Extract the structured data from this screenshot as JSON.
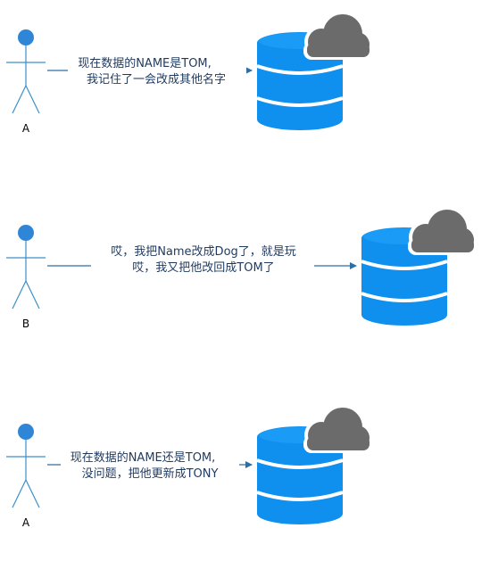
{
  "colors": {
    "actor_head": "#2f86d6",
    "actor_line": "#3c8fca",
    "arrow": "#2a6fa8",
    "database": "#0f90ef",
    "cloud": "#6b6b6b",
    "text": "#1f3a5f"
  },
  "icons": {
    "database": "database-icon",
    "cloud": "cloud-icon",
    "actor": "actor-icon"
  },
  "scenes": [
    {
      "actor_label": "A",
      "message_lines": [
        "现在数据的NAME是TOM,",
        "我记住了一会改成其他名字"
      ]
    },
    {
      "actor_label": "B",
      "message_lines": [
        "哎，我把Name改成Dog了，就是玩",
        "哎，我又把他改回成TOM了"
      ]
    },
    {
      "actor_label": "A",
      "message_lines": [
        "现在数据的NAME还是TOM,",
        "没问题，把他更新成TONY"
      ]
    }
  ]
}
